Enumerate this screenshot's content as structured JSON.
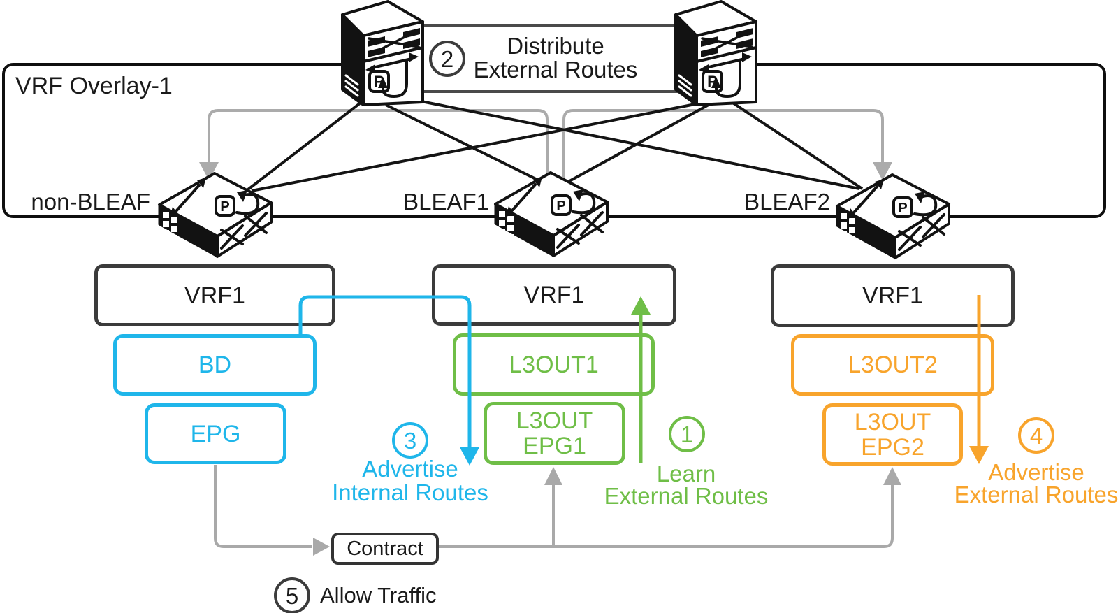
{
  "overlay": {
    "label": "VRF Overlay-1"
  },
  "colors": {
    "cyan": "#1FB6EA",
    "green": "#6FBE47",
    "orange": "#F8A42C",
    "gray": "#ABABAB",
    "dark": "#3C3C3C",
    "ink": "#121212",
    "text": "#1A1A1A"
  },
  "icons": {
    "spine": "spine-switch-icon",
    "leaf": "leaf-switch-icon",
    "policy_label": "P"
  },
  "leaves": {
    "leaf1": "non-BLEAF",
    "leaf2": "BLEAF1",
    "leaf3": "BLEAF2"
  },
  "columns": [
    {
      "vrf": "VRF1",
      "box1": {
        "label": "BD"
      },
      "box2": {
        "label": "EPG"
      }
    },
    {
      "vrf": "VRF1",
      "box1": {
        "label": "L3OUT1"
      },
      "box2": {
        "line1": "L3OUT",
        "line2": "EPG1"
      }
    },
    {
      "vrf": "VRF1",
      "box1": {
        "label": "L3OUT2"
      },
      "box2": {
        "line1": "L3OUT",
        "line2": "EPG2"
      }
    }
  ],
  "contract": {
    "label": "Contract"
  },
  "steps": {
    "step1": {
      "num": "1",
      "line1": "Learn",
      "line2": "External Routes"
    },
    "step2": {
      "num": "2",
      "line1": "Distribute",
      "line2": "External Routes"
    },
    "step3": {
      "num": "3",
      "line1": "Advertise",
      "line2": "Internal Routes"
    },
    "step4": {
      "num": "4",
      "line1": "Advertise",
      "line2": "External Routes"
    },
    "step5": {
      "num": "5",
      "label": "Allow Traffic"
    }
  }
}
